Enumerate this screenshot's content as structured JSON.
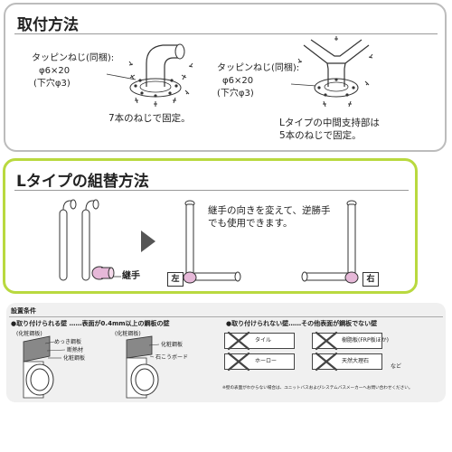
{
  "mounting": {
    "title": "取付方法",
    "left": {
      "screw_line1": "タッピンねじ(同梱):",
      "screw_line2": "φ6×20",
      "screw_line3": "(下穴φ3)",
      "caption": "7本のねじで固定。"
    },
    "right": {
      "screw_line1": "タッピンねじ(同梱):",
      "screw_line2": "φ6×20",
      "screw_line3": "(下穴φ3)",
      "caption_line1": "Lタイプの中間支持部は",
      "caption_line2": "5本のねじで固定。"
    }
  },
  "reassembly": {
    "title": "Lタイプの組替方法",
    "joint_label": "継手",
    "note_line1": "継手の向きを変えて、逆勝手",
    "note_line2": "でも使用できます。",
    "left_label": "左",
    "right_label": "右"
  },
  "conditions": {
    "title": "設置条件",
    "ok_heading": "●取り付けられる壁 ……表面が0.4mm以上の鋼板の壁",
    "ok_example1": {
      "caption": "(化粧鋼板)",
      "labels": [
        "めっき鋼板",
        "断熱材",
        "化粧鋼板"
      ]
    },
    "ok_example2": {
      "caption": "(化粧鋼板)",
      "labels": [
        "化粧鋼板",
        "石こうボード"
      ]
    },
    "ng_heading": "●取り付けられない壁……その他表面が鋼板でない壁",
    "ng_items": [
      "タイル",
      "樹脂板(FRP板ほか)",
      "ホーロー",
      "天然大理石"
    ],
    "ng_etc": "など",
    "footnote": "※壁の表面がわからない場合は、ユニットバスおよびシステムバスメーカーへお問い合わせください。"
  },
  "colors": {
    "green_border": "#b9d93f",
    "gray_border": "#bcbcbc",
    "pink": "#e6b8d8",
    "bg_gray": "#f0f0f0"
  }
}
